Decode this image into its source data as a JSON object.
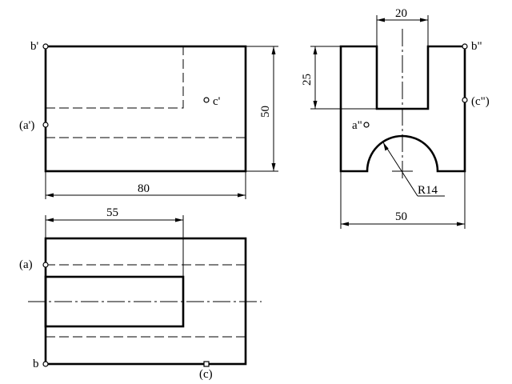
{
  "front_view": {
    "point_b": "b'",
    "point_a": "(a')",
    "point_c": "c'",
    "dim_width": "80",
    "dim_height": "50"
  },
  "side_view": {
    "point_b": "b\"",
    "point_a": "a\"",
    "point_c": "(c\")",
    "dim_slot_width": "20",
    "dim_slot_depth": "25",
    "dim_width": "50",
    "dim_radius": "R14"
  },
  "top_view": {
    "point_a": "(a)",
    "point_b": "b",
    "point_c": "(c)",
    "dim_length": "55"
  }
}
